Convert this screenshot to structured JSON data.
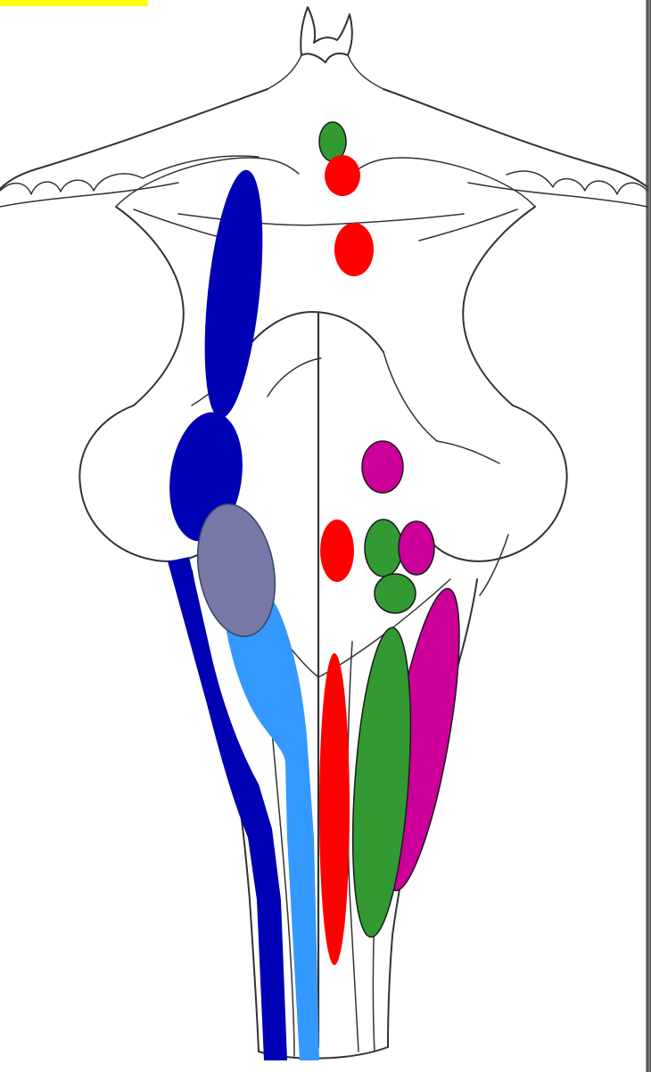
{
  "colors": {
    "background": "#ffffff",
    "outline": "#333333",
    "highlight_bar": "#ffff00",
    "dark_blue": "#0000b4",
    "light_blue": "#3399ff",
    "grey_blue": "#7878a6",
    "red": "#ff0000",
    "green": "#339933",
    "magenta": "#cc0099",
    "photo_strip": "#6e6e6e"
  },
  "regions": [
    {
      "name": "green-nucleus-top",
      "color": "green"
    },
    {
      "name": "red-nucleus-upper",
      "color": "red"
    },
    {
      "name": "red-nucleus-middle",
      "color": "red"
    },
    {
      "name": "dark-blue-elongated-upper",
      "color": "dark_blue"
    },
    {
      "name": "dark-blue-oval",
      "color": "dark_blue"
    },
    {
      "name": "grey-blue-oval",
      "color": "grey_blue"
    },
    {
      "name": "dark-blue-tract",
      "color": "dark_blue"
    },
    {
      "name": "light-blue-tract",
      "color": "light_blue"
    },
    {
      "name": "magenta-nucleus-upper",
      "color": "magenta"
    },
    {
      "name": "red-nucleus-lower",
      "color": "red"
    },
    {
      "name": "green-nucleus-pair-left",
      "color": "green"
    },
    {
      "name": "magenta-nucleus-pair-right",
      "color": "magenta"
    },
    {
      "name": "green-nucleus-small",
      "color": "green"
    },
    {
      "name": "red-elongated-column",
      "color": "red"
    },
    {
      "name": "green-elongated-column",
      "color": "green"
    },
    {
      "name": "magenta-elongated-column",
      "color": "magenta"
    }
  ]
}
